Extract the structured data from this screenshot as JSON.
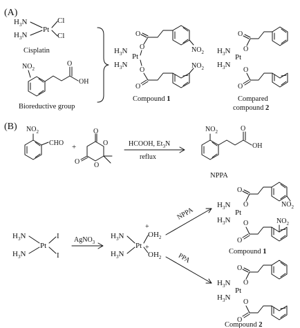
{
  "sections": {
    "a": "(A)",
    "b": "(B)"
  },
  "atoms": {
    "pt": "Pt",
    "h3n": "H3N",
    "cl": "Cl",
    "no2": "NO2",
    "oh": "OH",
    "o": "O",
    "i": "I",
    "oh2": "OH2",
    "cho": "CHO",
    "plus_charge": "+"
  },
  "labels": {
    "cisplatin": "Cisplatin",
    "bioreductive": "Bioreductive group",
    "compound_word": "Compound",
    "compound_1_num": "1",
    "compound_2_num": "2",
    "compared_line1": "Compared",
    "compared_line2": "compound",
    "nppa": "NPPA",
    "plus_sign": "+"
  },
  "reagents": {
    "step1_top": "HCOOH, Et3N",
    "step1_bottom": "reflux",
    "agno3": "AgNO3",
    "nppa_arrow": "NPPA",
    "ppa_arrow": "PPA"
  }
}
